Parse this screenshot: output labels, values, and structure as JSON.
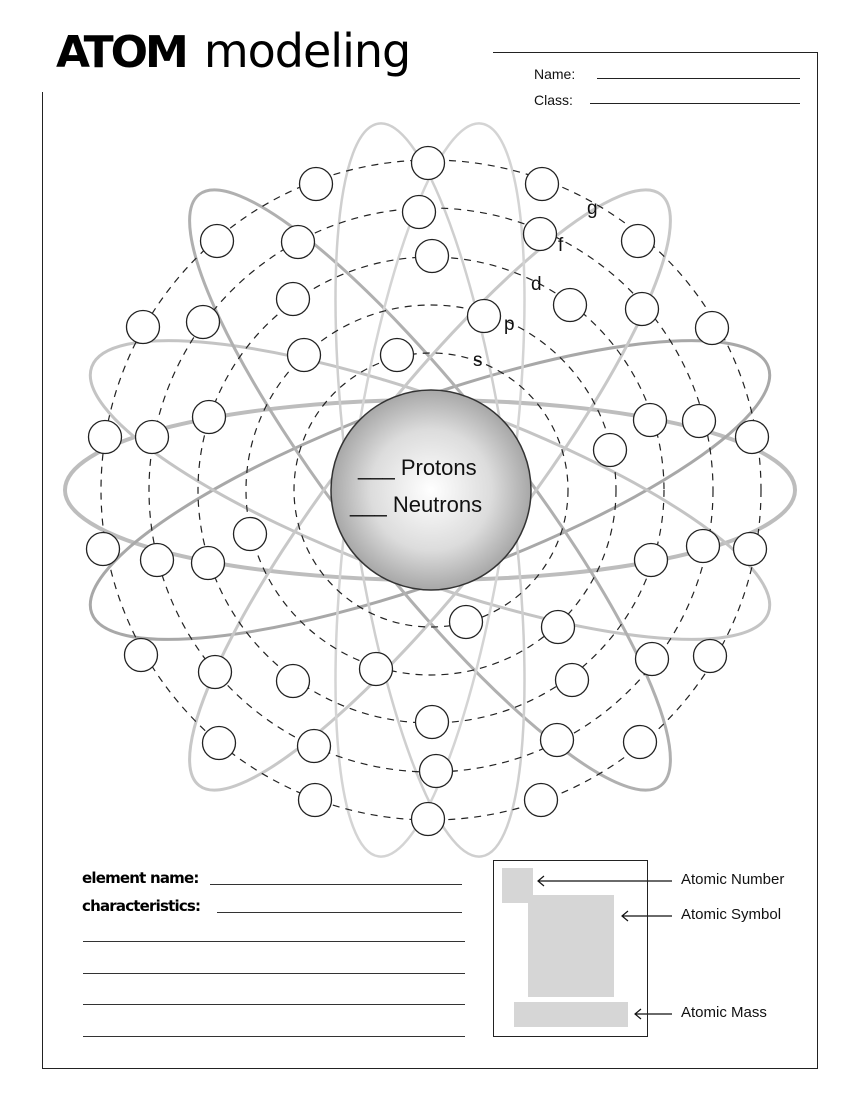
{
  "header": {
    "title_bold": "ATOM",
    "title_light": "modeling",
    "name_label": "Name:",
    "class_label": "Class:"
  },
  "diagram": {
    "orbital_labels": [
      "s",
      "p",
      "d",
      "f",
      "g"
    ],
    "nucleus": {
      "protons_label": "___ Protons",
      "neutrons_label": "___ Neutrons"
    }
  },
  "element_form": {
    "name_label": "element name:",
    "characteristics_label": "characteristics:"
  },
  "key": {
    "atomic_number": "Atomic Number",
    "atomic_symbol": "Atomic Symbol",
    "atomic_mass": "Atomic Mass"
  },
  "colors": {
    "line": "#222222",
    "ellipse_gray": "#b8b8b8",
    "key_fill": "#d6d6d6"
  }
}
